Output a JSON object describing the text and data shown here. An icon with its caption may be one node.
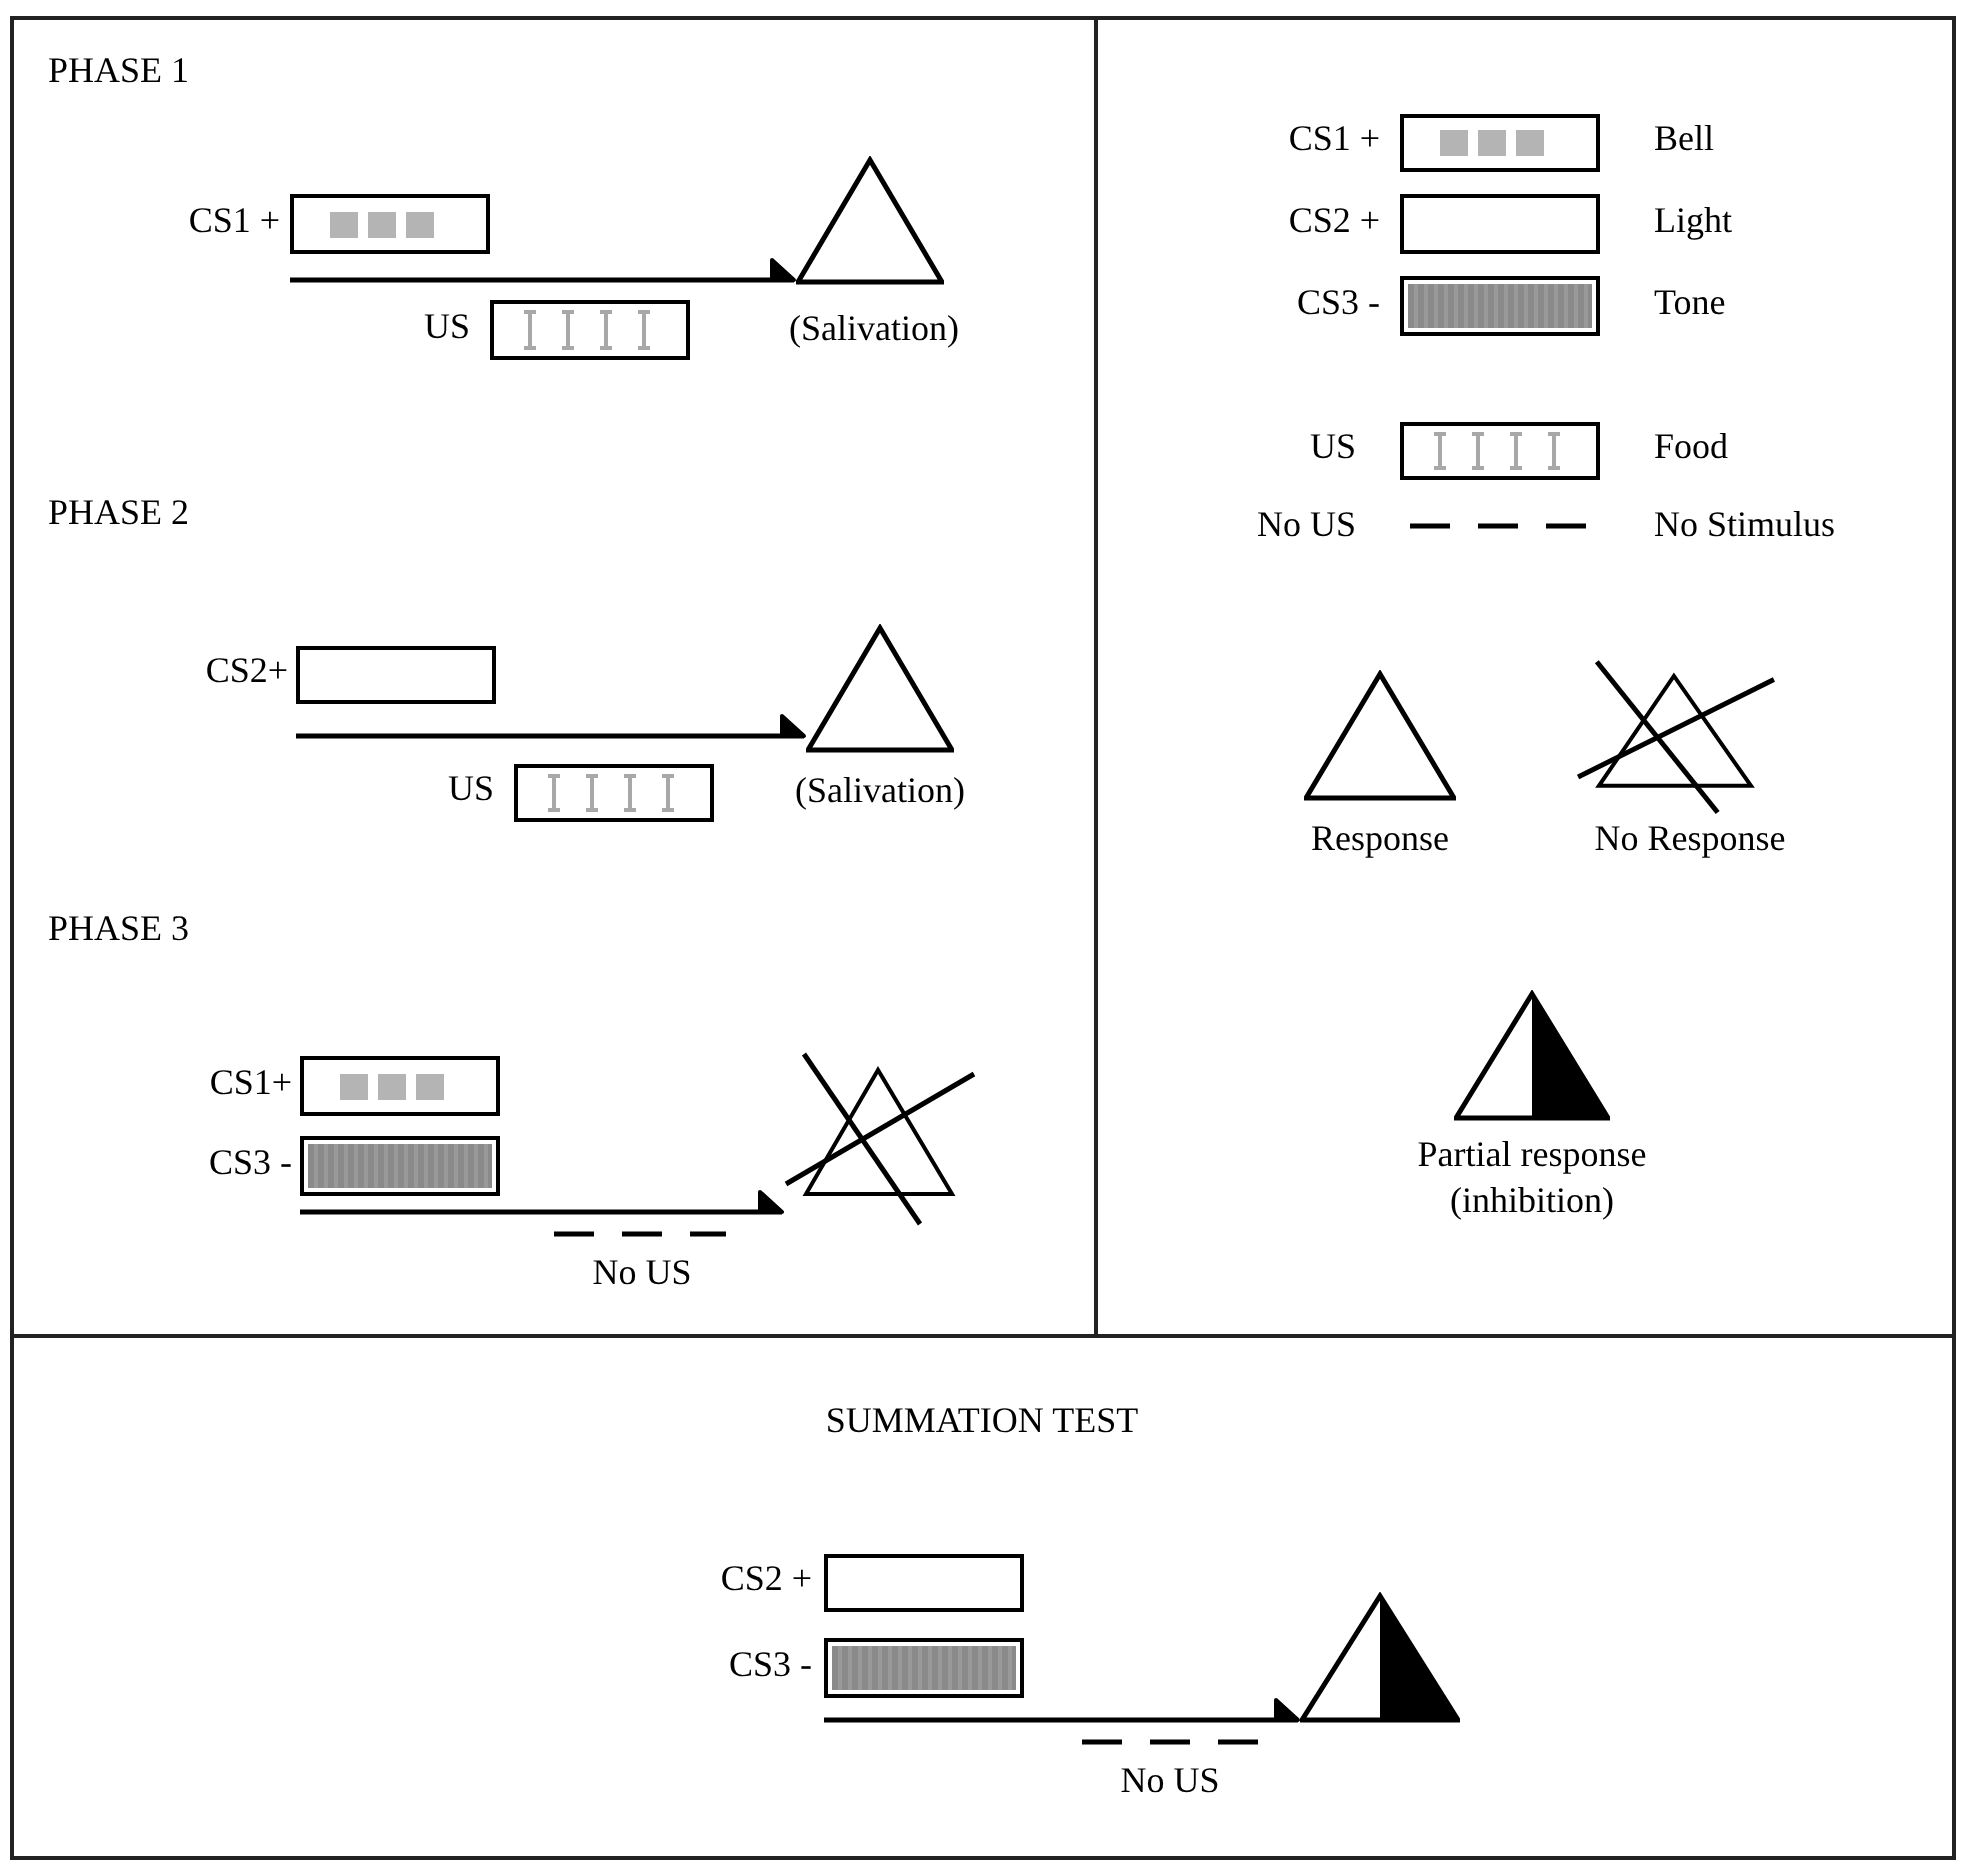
{
  "diagram": {
    "nodes": [
      {
        "text": [],
        "shape": "box",
        "beside": [
          "CS1 +"
        ]
      },
      {
        "text": [],
        "shape": "box",
        "beside": [
          "US"
        ]
      },
      {
        "text": [],
        "shape": "triangle",
        "beside": [
          "(Salivation)"
        ]
      },
      {
        "text": [],
        "shape": "box",
        "beside": [
          "CS2+"
        ]
      },
      {
        "text": [],
        "shape": "box",
        "beside": [
          "US"
        ]
      },
      {
        "text": [],
        "shape": "triangle",
        "beside": [
          "(Salivation)"
        ]
      },
      {
        "text": [],
        "shape": "box",
        "beside": [
          "CS1+"
        ]
      },
      {
        "text": [],
        "shape": "box",
        "beside": [
          "CS3 -"
        ]
      },
      {
        "text": [],
        "shape": "line",
        "beside": [
          "No US"
        ]
      },
      {
        "text": [],
        "shape": "triangle"
      },
      {
        "text": [],
        "shape": "box",
        "beside": [
          "CS1 +",
          "Bell"
        ]
      },
      {
        "text": [],
        "shape": "box",
        "beside": [
          "CS2 +",
          "Light"
        ]
      },
      {
        "text": [],
        "shape": "box",
        "beside": [
          "CS3 -",
          "Tone"
        ]
      },
      {
        "text": [],
        "shape": "box",
        "beside": [
          "US",
          "Food"
        ]
      },
      {
        "text": [],
        "shape": "line",
        "beside": [
          "No US",
          "No Stimulus"
        ]
      },
      {
        "text": [],
        "shape": "triangle",
        "beside": [
          "Response"
        ]
      },
      {
        "text": [],
        "shape": "triangle",
        "beside": [
          "No Response"
        ]
      },
      {
        "text": [],
        "shape": "triangle",
        "beside": [
          "Partial response (inhibition)"
        ]
      },
      {
        "text": [],
        "shape": "box",
        "beside": [
          "CS2 +"
        ]
      },
      {
        "text": [],
        "shape": "box",
        "beside": [
          "CS3 -"
        ]
      },
      {
        "text": [],
        "shape": "line",
        "beside": [
          "No US"
        ]
      },
      {
        "text": [],
        "shape": "triangle"
      }
    ],
    "edges": [
      {
        "from": 0,
        "to": 2,
        "arrow": "to"
      },
      {
        "from": 3,
        "to": 5,
        "arrow": "to"
      },
      {
        "from": 7,
        "to": 9,
        "arrow": "to"
      },
      {
        "from": 19,
        "to": 21,
        "arrow": "to"
      }
    ],
    "labels": [
      "PHASE 1",
      "PHASE 2",
      "PHASE 3",
      "SUMMATION TEST"
    ]
  }
}
